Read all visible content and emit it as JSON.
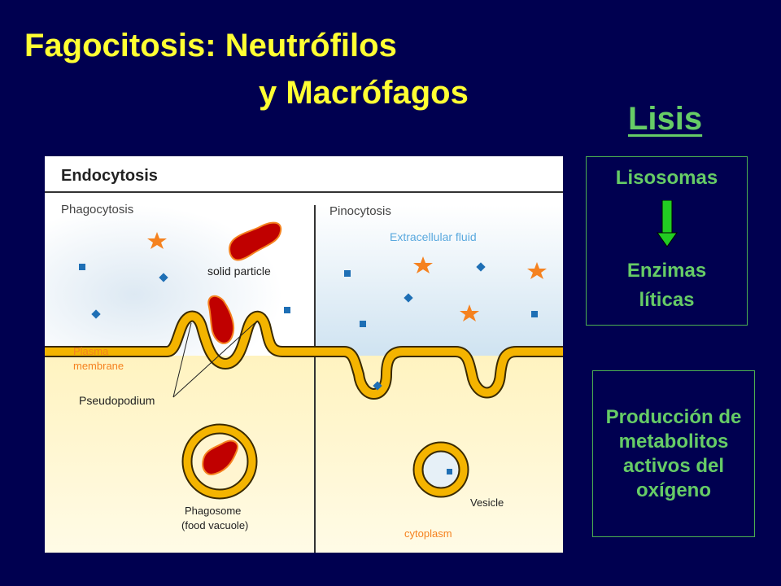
{
  "slide": {
    "title_line1": "Fagocitosis: Neutrófilos",
    "title_line2": "y Macrófagos",
    "lisis_heading": "Lisis"
  },
  "lisis_box": {
    "top_label": "Lisosomas",
    "bottom_label_line1": "Enzimas",
    "bottom_label_line2": "líticas",
    "arrow_icon": "down-arrow-icon"
  },
  "produccion_box": {
    "text": "Producción de metabolitos activos del oxígeno"
  },
  "diagram": {
    "heading": "Endocytosis",
    "phagocytosis_label": "Phagocytosis",
    "pinocytosis_label": "Pinocytosis",
    "extracellular_fluid_label": "Extracellular fluid",
    "solid_particle_label": "solid particle",
    "plasma_membrane_label_line1": "Plasma",
    "plasma_membrane_label_line2": "membrane",
    "pseudopodium_label": "Pseudopodium",
    "phagosome_label_line1": "Phagosome",
    "phagosome_label_line2": "(food vacuole)",
    "vesicle_label": "Vesicle",
    "cytoplasm_label": "cytoplasm",
    "colors": {
      "membrane": "#f4b400",
      "particle": "#c00000",
      "star": "#f58220",
      "small_molecule": "#1e6fb5",
      "label_orange": "#f58220",
      "fluid_blue": "#d7e8f4",
      "cytoplasm_yellow": "#fff5c8"
    }
  }
}
